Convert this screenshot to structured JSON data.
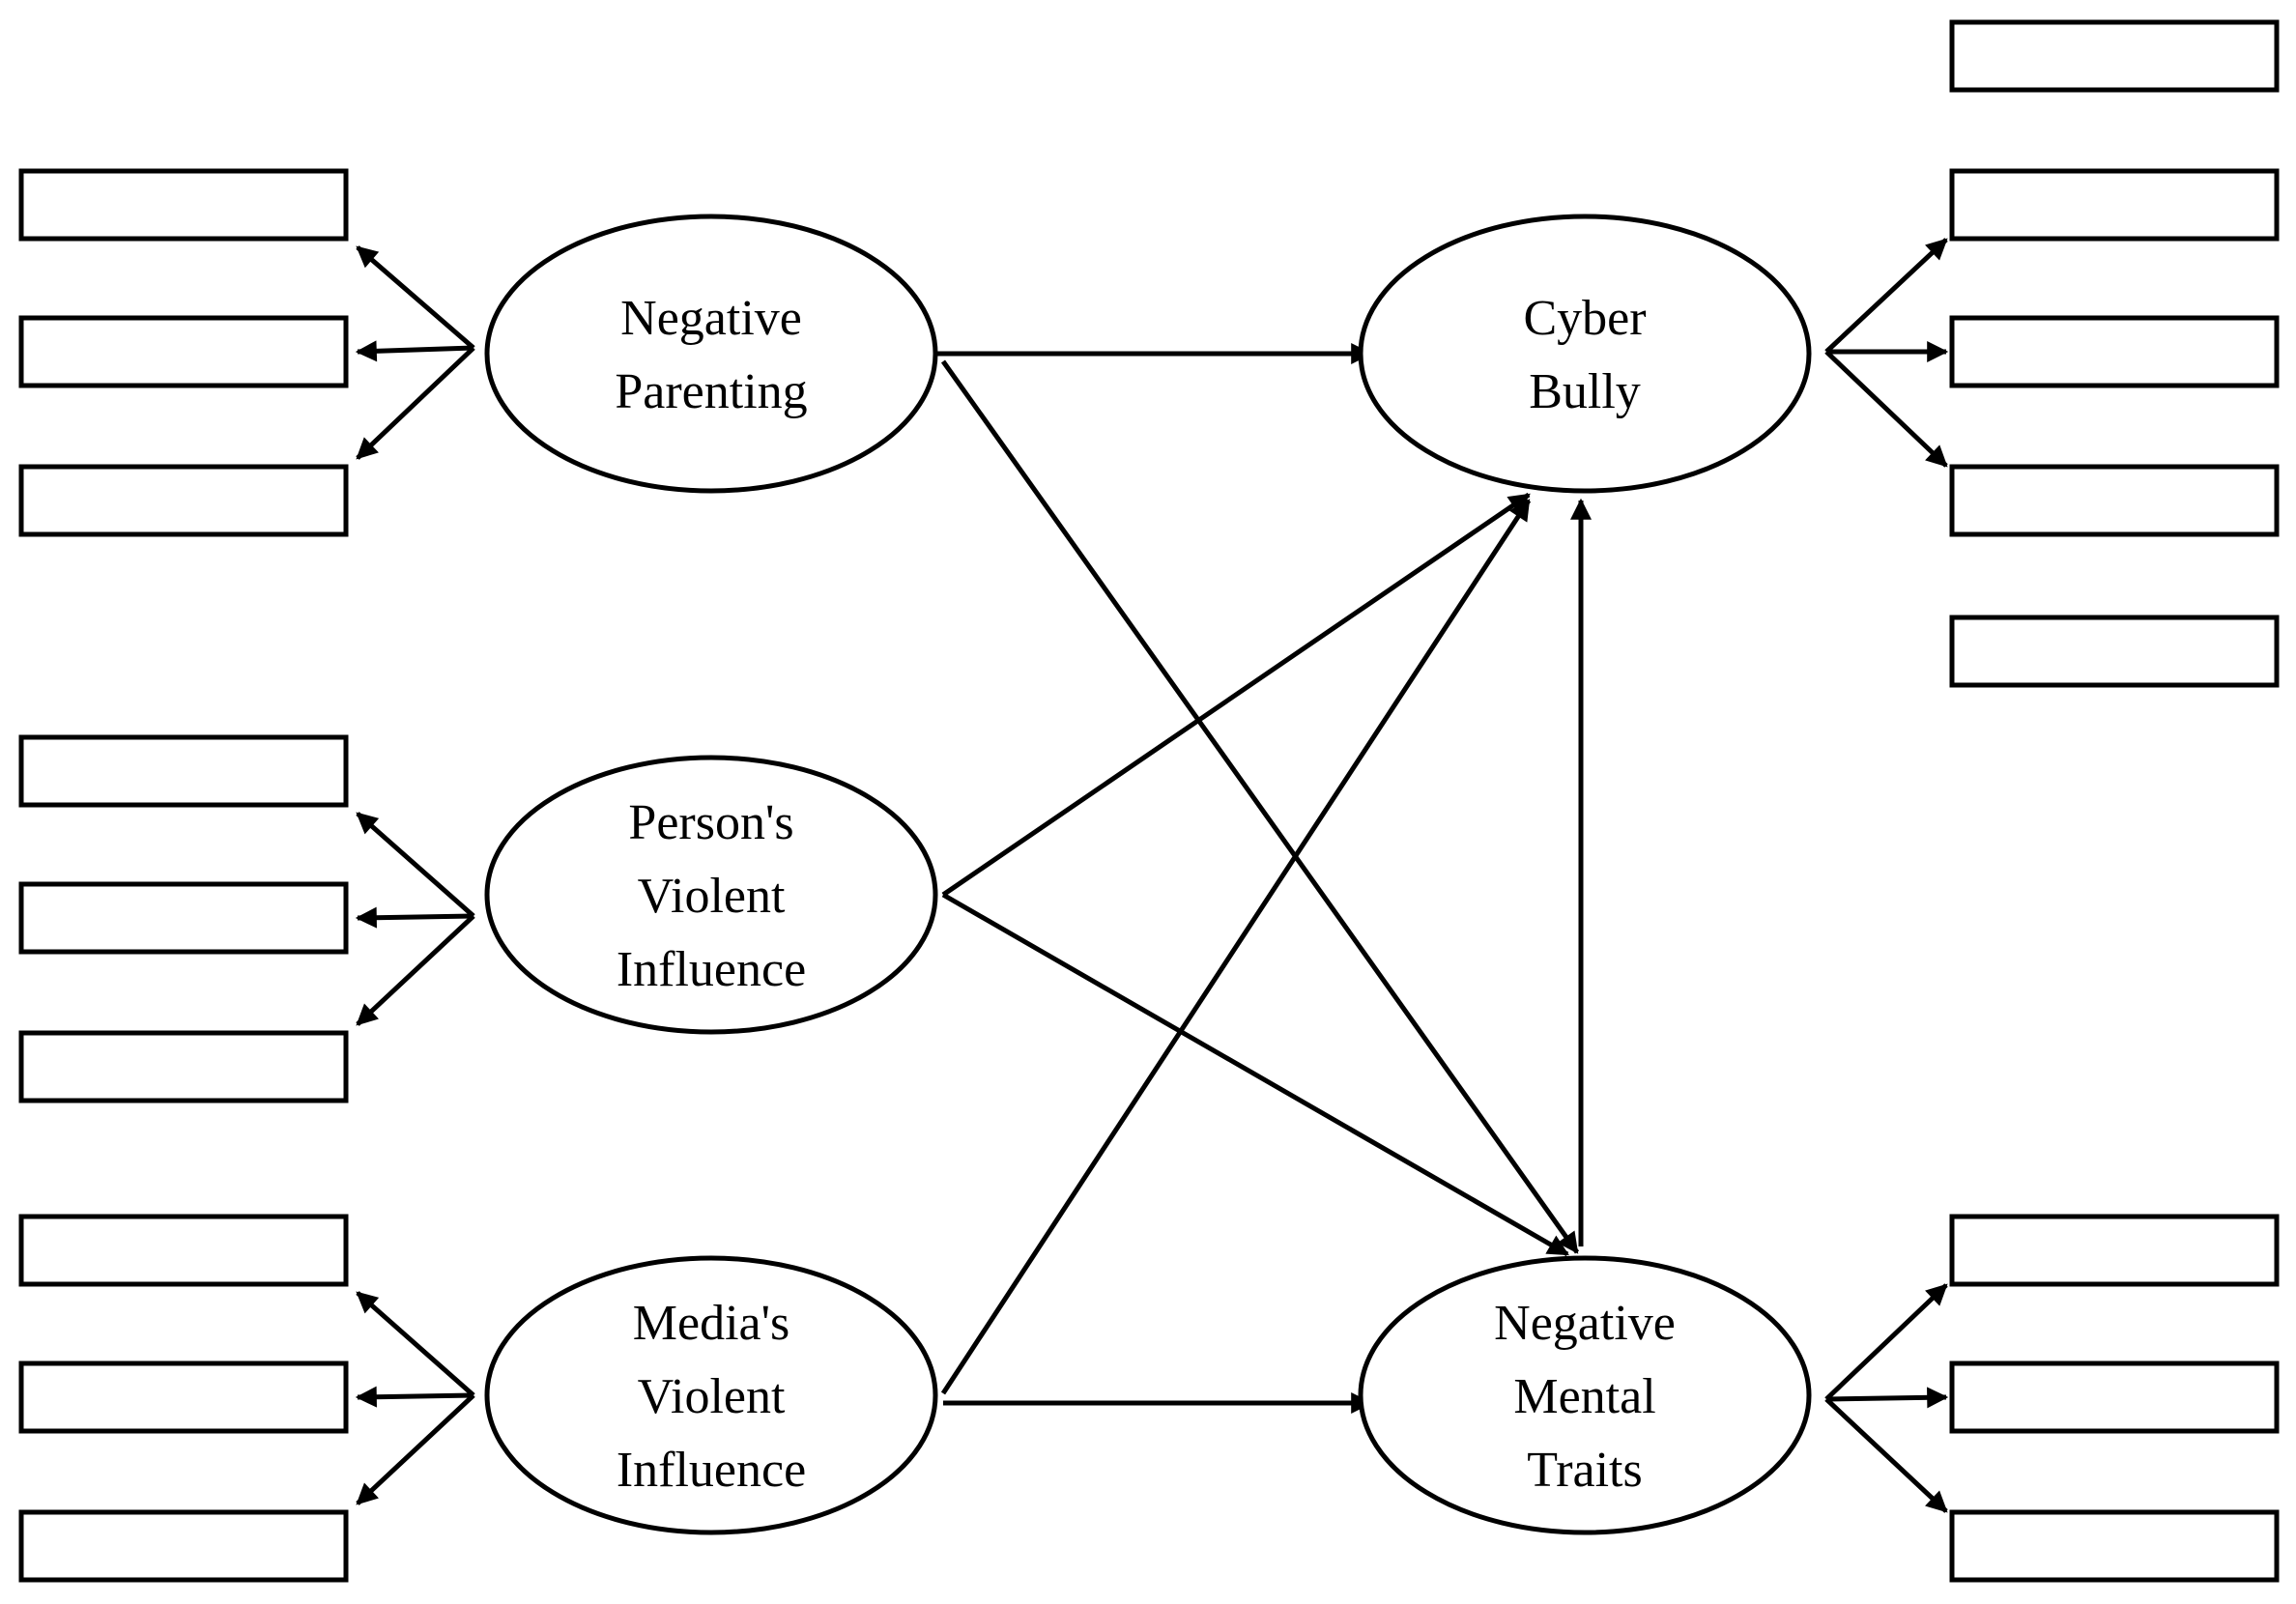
{
  "diagram": {
    "nodes": [
      {
        "id": "negative_parenting",
        "label_lines": [
          "Negative",
          "Parenting"
        ]
      },
      {
        "id": "persons_violent_influence",
        "label_lines": [
          "Person's",
          "Violent",
          "Influence"
        ]
      },
      {
        "id": "medias_violent_influence",
        "label_lines": [
          "Media's",
          "Violent",
          "Influence"
        ]
      },
      {
        "id": "cyber_bully",
        "label_lines": [
          "Cyber",
          "Bully"
        ]
      },
      {
        "id": "negative_mental_traits",
        "label_lines": [
          "Negative",
          "Mental",
          "Traits"
        ]
      }
    ],
    "edges": [
      {
        "from": "negative_parenting",
        "to": "cyber_bully"
      },
      {
        "from": "negative_parenting",
        "to": "negative_mental_traits"
      },
      {
        "from": "persons_violent_influence",
        "to": "cyber_bully"
      },
      {
        "from": "persons_violent_influence",
        "to": "negative_mental_traits"
      },
      {
        "from": "medias_violent_influence",
        "to": "cyber_bully"
      },
      {
        "from": "medias_violent_influence",
        "to": "negative_mental_traits"
      },
      {
        "from": "negative_mental_traits",
        "to": "cyber_bully"
      }
    ],
    "indicator_groups": [
      {
        "latent": "negative_parenting",
        "count": 3
      },
      {
        "latent": "persons_violent_influence",
        "count": 3
      },
      {
        "latent": "medias_violent_influence",
        "count": 3
      },
      {
        "latent": "cyber_bully",
        "count": 5,
        "connected": 3
      },
      {
        "latent": "negative_mental_traits",
        "count": 3
      }
    ]
  }
}
